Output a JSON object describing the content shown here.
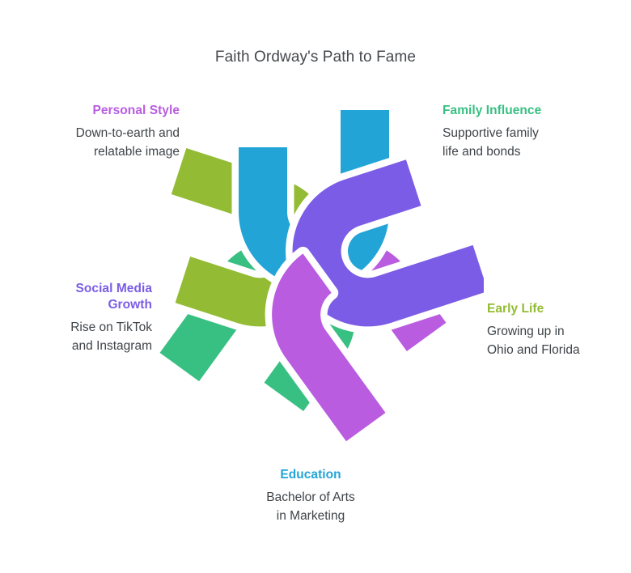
{
  "page": {
    "title": "Faith Ordway's Path to Fame",
    "background_color": "#ffffff",
    "body_text_color": "#3f4449"
  },
  "diagram": {
    "type": "pentagonal-interlocking-knot",
    "description": "Five interwoven hairpin loops arranged with five-fold rotational symmetry",
    "segment_count": 5,
    "strand_colors": [
      "#b95ce0",
      "#38c082",
      "#93bc34",
      "#22a5d6",
      "#7b5ce6"
    ],
    "gap_color": "#ffffff"
  },
  "nodes": [
    {
      "id": "personal-style",
      "heading": "Personal Style",
      "description": "Down-to-earth and\nrelatable image",
      "color": "#b95ce0",
      "position": "top-left",
      "align": "right"
    },
    {
      "id": "family-influence",
      "heading": "Family Influence",
      "description": "Supportive family\nlife and bonds",
      "color": "#38c082",
      "position": "top-right",
      "align": "left"
    },
    {
      "id": "social-media-growth",
      "heading": "Social Media\nGrowth",
      "description": "Rise on TikTok\nand Instagram",
      "color": "#7b5ce6",
      "position": "mid-left",
      "align": "right"
    },
    {
      "id": "early-life",
      "heading": "Early Life",
      "description": "Growing up in\nOhio and Florida",
      "color": "#93bc34",
      "position": "mid-right",
      "align": "left"
    },
    {
      "id": "education",
      "heading": "Education",
      "description": "Bachelor of Arts\nin Marketing",
      "color": "#22a5d6",
      "position": "bottom-center",
      "align": "center"
    }
  ]
}
